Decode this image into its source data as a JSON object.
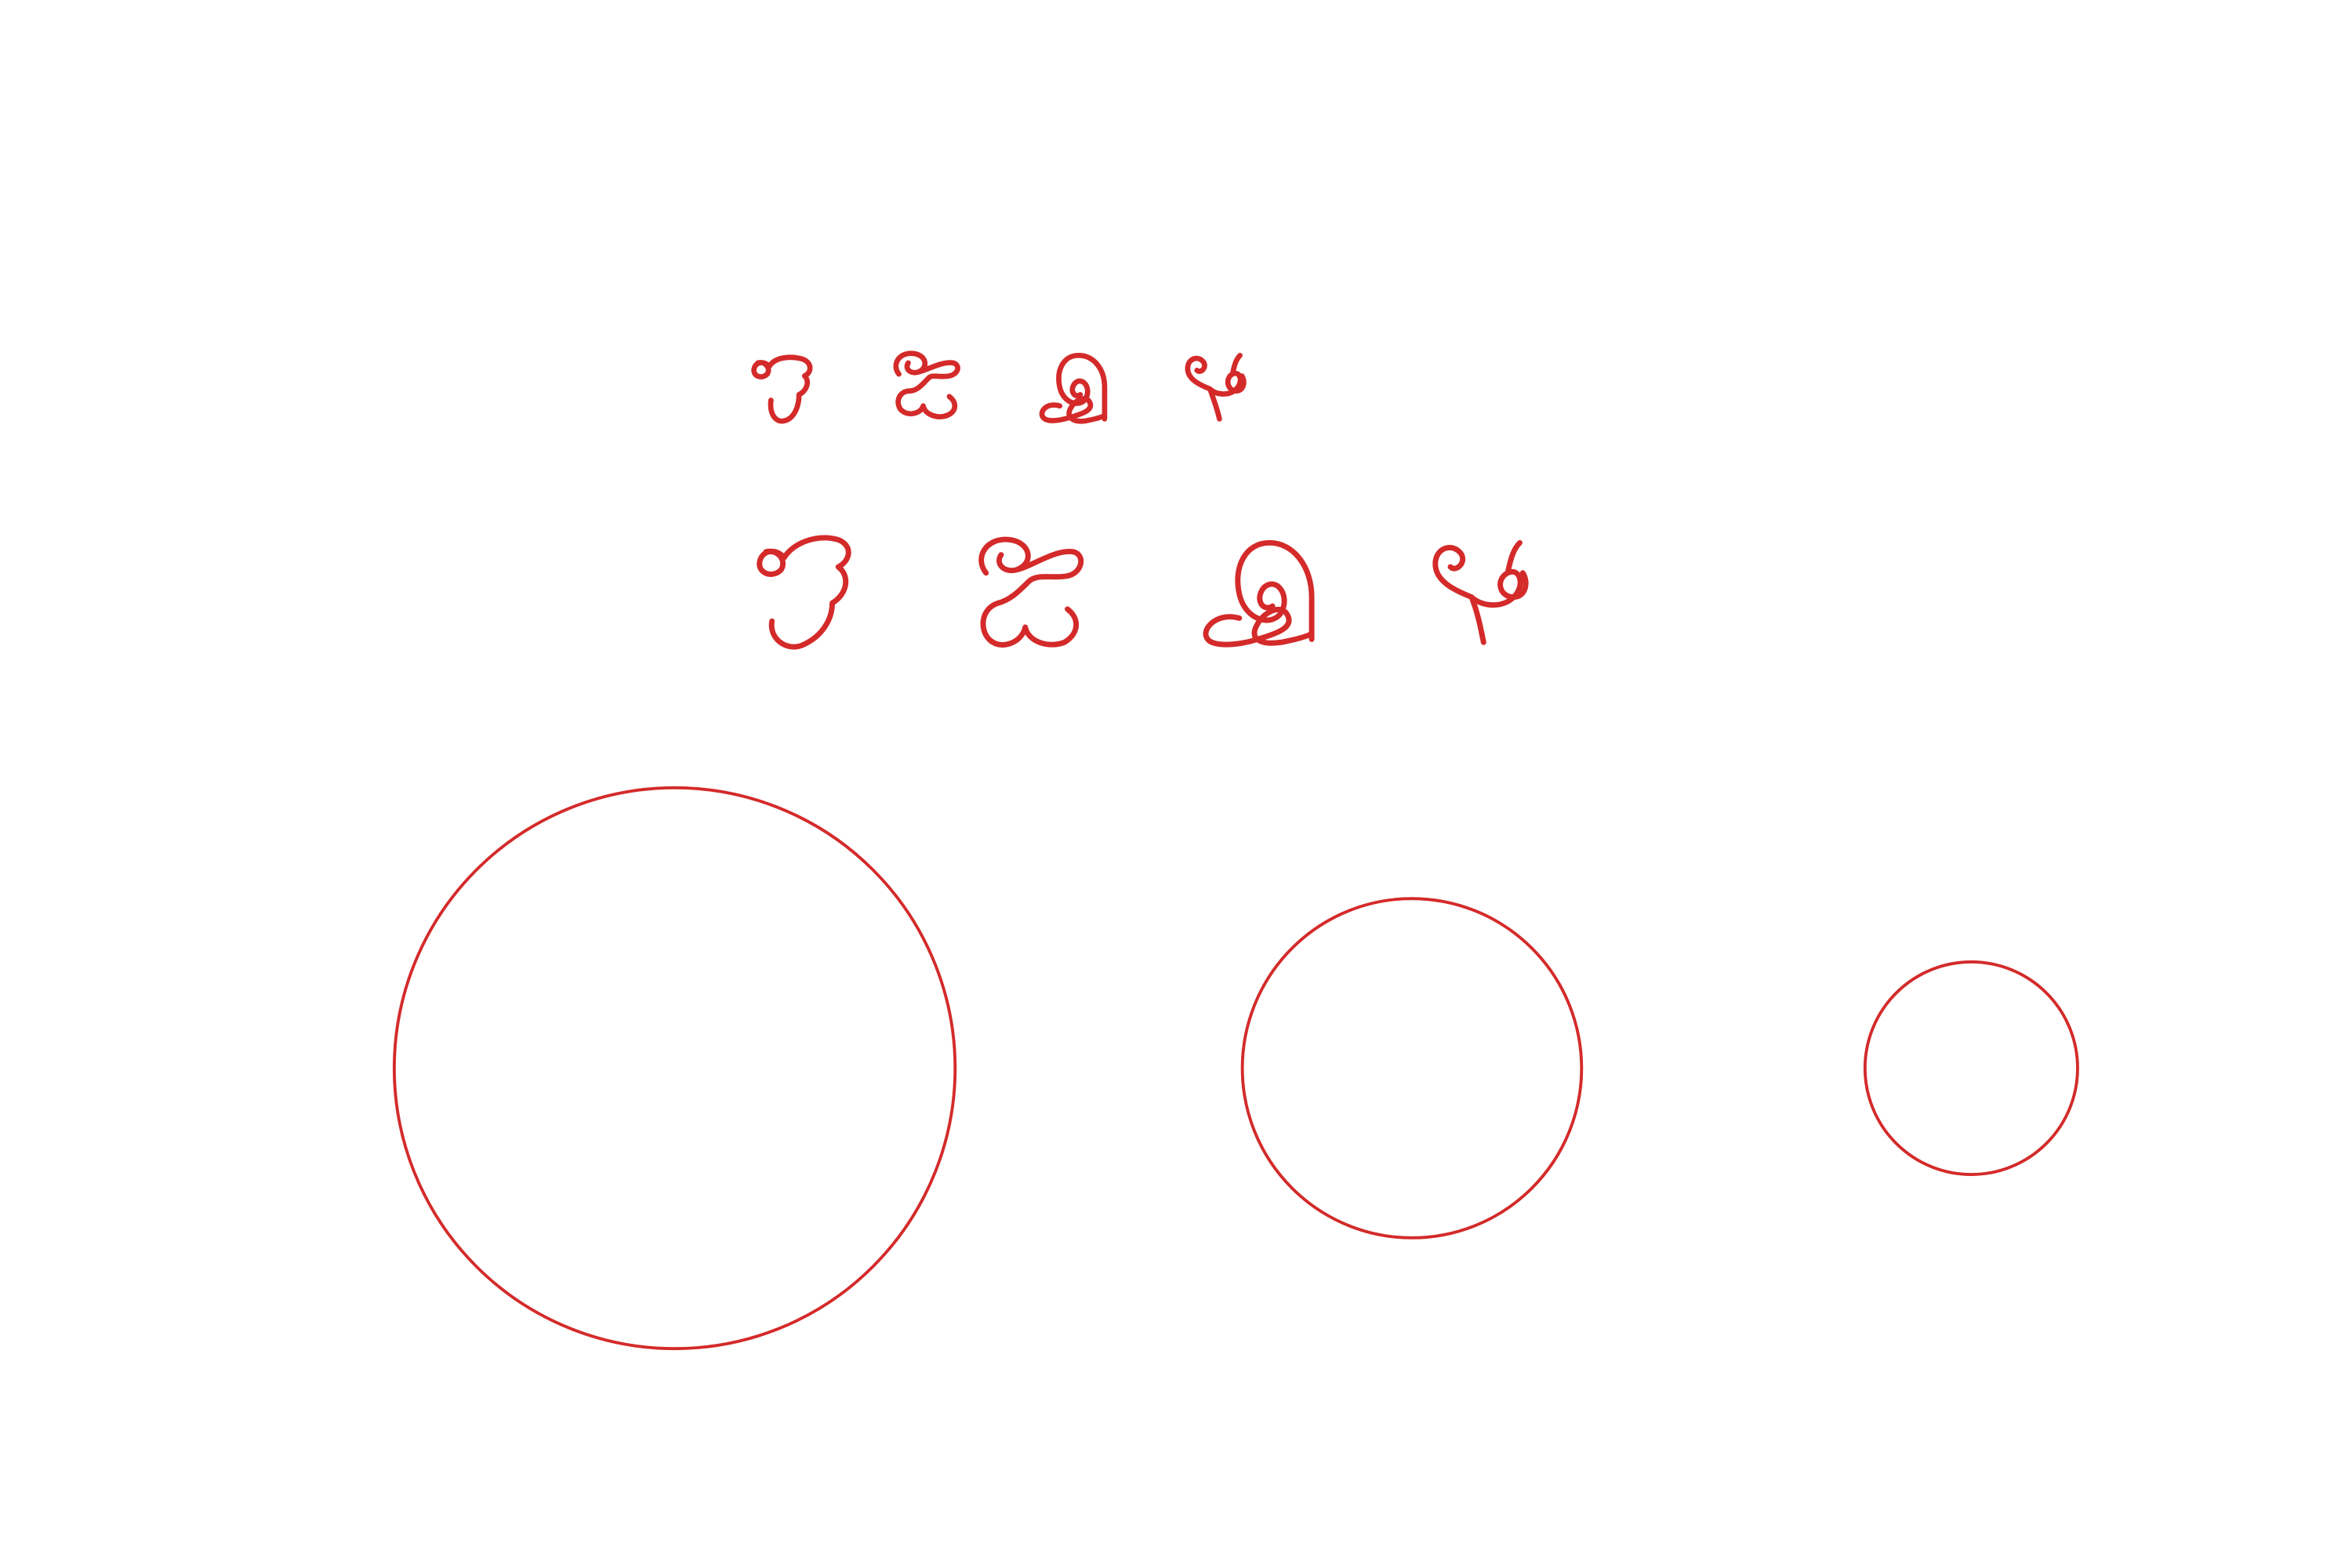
{
  "colors": {
    "ink": "#d42a2a",
    "background": "#ffffff"
  },
  "drawing": {
    "glyph_rows": [
      {
        "name": "glyph-row-small",
        "glyphs": [
          "curl-glyph",
          "double-loop-glyph",
          "knot-glyph",
          "loop-sprout-glyph"
        ]
      },
      {
        "name": "glyph-row-large",
        "glyphs": [
          "curl-glyph",
          "double-loop-glyph",
          "knot-glyph",
          "loop-sprout-glyph"
        ]
      }
    ],
    "circles": [
      "circle-large",
      "circle-medium",
      "circle-small"
    ]
  }
}
